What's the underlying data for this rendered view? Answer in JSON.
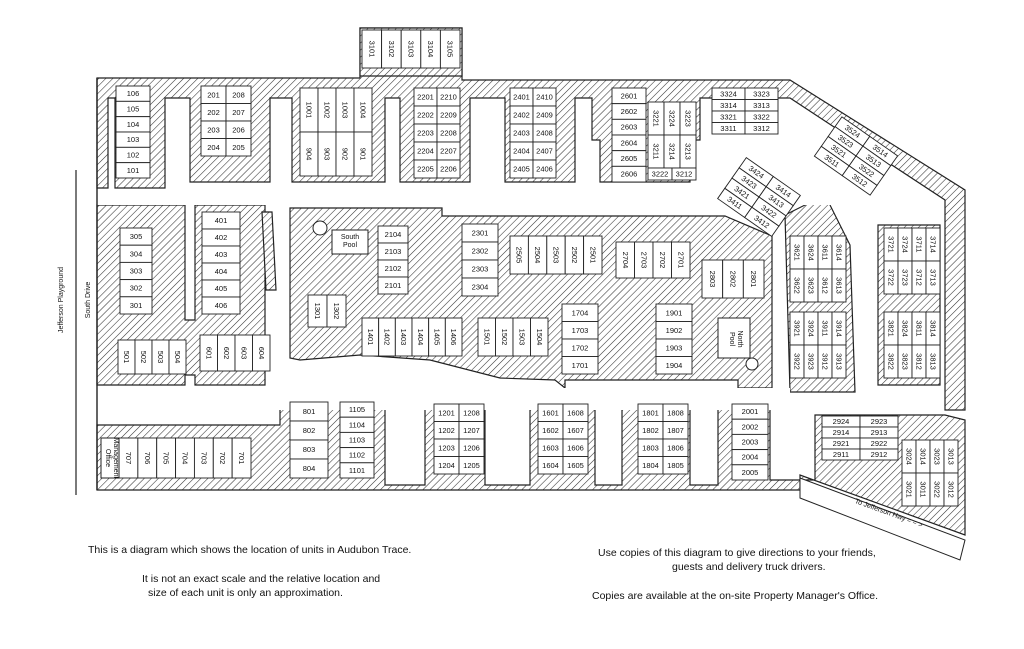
{
  "labels": {
    "south_pool": "South Pool",
    "north_pool": "North Pool",
    "management_office": "Management Office",
    "south_drive": "South Drive",
    "jefferson_playground": "Jefferson Playground",
    "to_jefferson_hwy": "To Jefferson Hwy = = >"
  },
  "captions": {
    "left_1": "This is a diagram which shows the location of units in Audubon Trace.",
    "left_2": "It is not an exact scale and the relative location and",
    "left_3": "size of each unit is only an approximation.",
    "right_1": "Use copies of this diagram to give directions to your friends,",
    "right_2": "guests and delivery truck drivers.",
    "right_3": "Copies are available at the on-site Property Manager's Office."
  },
  "buildings": {
    "b100": [
      "106",
      "105",
      "104",
      "103",
      "102",
      "101"
    ],
    "b200": [
      "201",
      "208",
      "202",
      "207",
      "203",
      "206",
      "204",
      "205"
    ],
    "b900": [
      "1001",
      "1002",
      "1003",
      "1004",
      "904",
      "903",
      "902",
      "901"
    ],
    "b3100": [
      "3101",
      "3102",
      "3103",
      "3104",
      "3105"
    ],
    "b2200": [
      "2201",
      "2210",
      "2202",
      "2209",
      "2203",
      "2208",
      "2204",
      "2207",
      "2205",
      "2206"
    ],
    "b2400": [
      "2401",
      "2410",
      "2402",
      "2409",
      "2403",
      "2408",
      "2404",
      "2407",
      "2405",
      "2406"
    ],
    "b2600": [
      "2601",
      "2602",
      "2603",
      "2604",
      "2605",
      "2606"
    ],
    "b3200": [
      "3221",
      "3224",
      "3223",
      "3211",
      "3214",
      "3213",
      "3222",
      "3212"
    ],
    "b3300": [
      "3324",
      "3323",
      "3314",
      "3313",
      "3321",
      "3322",
      "3311",
      "3312"
    ],
    "b3500": [
      "3524",
      "3514",
      "3523",
      "3513",
      "3521",
      "3522",
      "3511",
      "3512"
    ],
    "b3400": [
      "3424",
      "3414",
      "3423",
      "3413",
      "3421",
      "3422",
      "3411",
      "3412"
    ],
    "b300": [
      "305",
      "304",
      "303",
      "302",
      "301"
    ],
    "b400": [
      "401",
      "402",
      "403",
      "404",
      "405",
      "406"
    ],
    "b500": [
      "501",
      "502",
      "503",
      "504"
    ],
    "b600": [
      "601",
      "602",
      "603",
      "604"
    ],
    "b2100": [
      "2104",
      "2103",
      "2102",
      "2101"
    ],
    "b1300": [
      "1301",
      "1302"
    ],
    "b1400": [
      "1401",
      "1402",
      "1403",
      "1404",
      "1405",
      "1406"
    ],
    "b1500": [
      "1501",
      "1502",
      "1503",
      "1504"
    ],
    "b2300": [
      "2301",
      "2302",
      "2303",
      "2304"
    ],
    "b2500": [
      "2505",
      "2504",
      "2503",
      "2502",
      "2501"
    ],
    "b2700": [
      "2704",
      "2703",
      "2702",
      "2701"
    ],
    "b2800": [
      "2803",
      "2802",
      "2801"
    ],
    "b1700": [
      "1704",
      "1703",
      "1702",
      "1701"
    ],
    "b1900": [
      "1901",
      "1902",
      "1903",
      "1904"
    ],
    "b3600": [
      "3621",
      "3624",
      "3611",
      "3614",
      "3622",
      "3623",
      "3612",
      "3613"
    ],
    "b3700": [
      "3721",
      "3724",
      "3711",
      "3714",
      "3722",
      "3723",
      "3712",
      "3713"
    ],
    "b3900": [
      "3921",
      "3924",
      "3911",
      "3914",
      "3922",
      "3923",
      "3912",
      "3913"
    ],
    "b3800": [
      "3821",
      "3824",
      "3811",
      "3814",
      "3822",
      "3823",
      "3812",
      "3813"
    ],
    "b700": [
      "707",
      "706",
      "705",
      "704",
      "703",
      "702",
      "701"
    ],
    "b800": [
      "801",
      "802",
      "803",
      "804"
    ],
    "b1100": [
      "1105",
      "1104",
      "1103",
      "1102",
      "1101"
    ],
    "b1200": [
      "1201",
      "1208",
      "1202",
      "1207",
      "1203",
      "1206",
      "1204",
      "1205"
    ],
    "b1600": [
      "1601",
      "1608",
      "1602",
      "1607",
      "1603",
      "1606",
      "1604",
      "1605"
    ],
    "b1800": [
      "1801",
      "1808",
      "1802",
      "1807",
      "1803",
      "1806",
      "1804",
      "1805"
    ],
    "b2000": [
      "2001",
      "2002",
      "2003",
      "2004",
      "2005"
    ],
    "b2900": [
      "2924",
      "2923",
      "2914",
      "2913",
      "2921",
      "2922",
      "2911",
      "2912"
    ],
    "b3000": [
      "3024",
      "3014",
      "3023",
      "3013",
      "3021",
      "3011",
      "3022",
      "3012"
    ]
  }
}
